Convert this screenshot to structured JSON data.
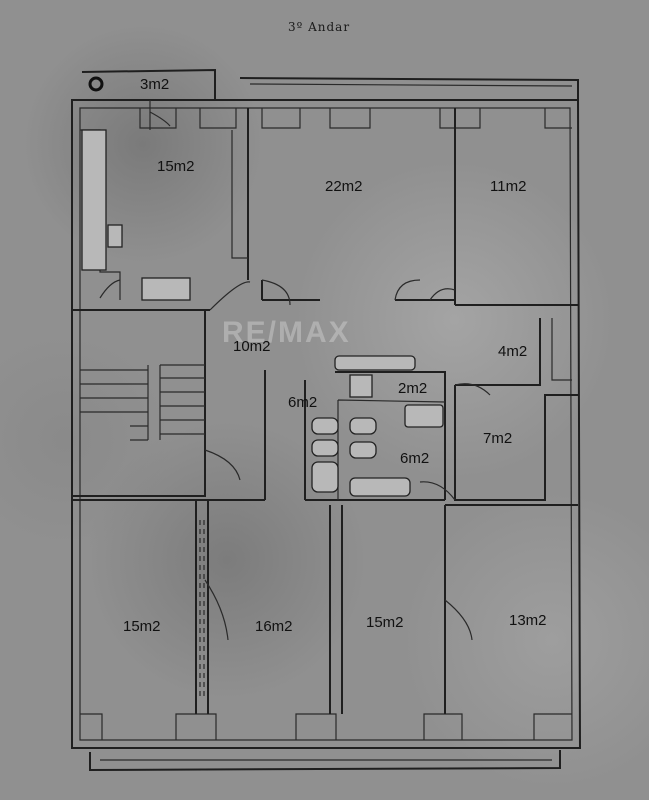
{
  "floor_title": "3º Andar",
  "watermark": "RE/MAX",
  "rooms": [
    {
      "id": "small-top",
      "label": "3m2"
    },
    {
      "id": "kitchen",
      "label": "15m2"
    },
    {
      "id": "room-top-center",
      "label": "22m2"
    },
    {
      "id": "room-top-right",
      "label": "11m2"
    },
    {
      "id": "hall",
      "label": "10m2"
    },
    {
      "id": "closet-right",
      "label": "4m2"
    },
    {
      "id": "wc-small",
      "label": "2m2"
    },
    {
      "id": "bath-left",
      "label": "6m2"
    },
    {
      "id": "bath-right",
      "label": "6m2"
    },
    {
      "id": "room-mid-right",
      "label": "7m2"
    },
    {
      "id": "room-bottom-1",
      "label": "15m2"
    },
    {
      "id": "room-bottom-2",
      "label": "16m2"
    },
    {
      "id": "room-bottom-3",
      "label": "15m2"
    },
    {
      "id": "room-bottom-4",
      "label": "13m2"
    }
  ]
}
